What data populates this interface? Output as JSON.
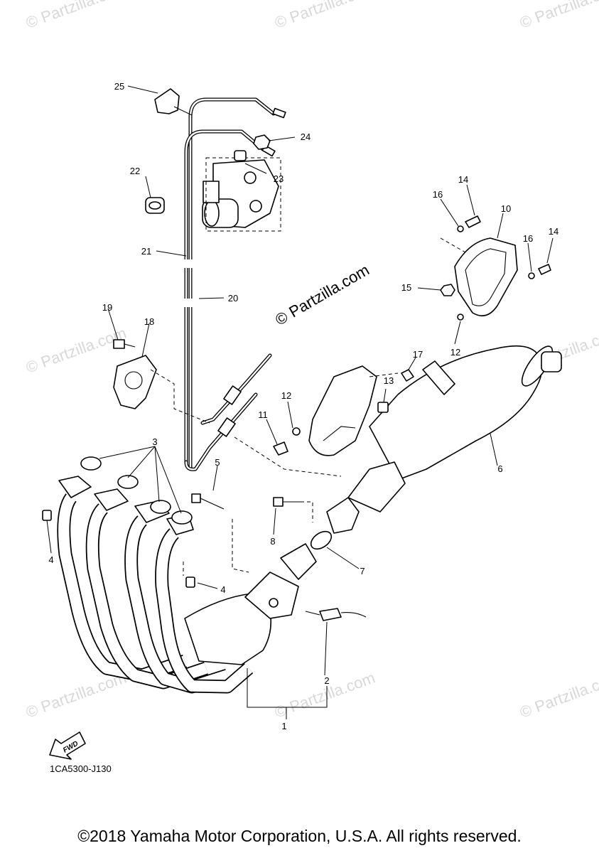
{
  "callouts": [
    {
      "label": "1"
    },
    {
      "label": "2"
    },
    {
      "label": "3"
    },
    {
      "label": "4"
    },
    {
      "label": "4"
    },
    {
      "label": "5"
    },
    {
      "label": "6"
    },
    {
      "label": "7"
    },
    {
      "label": "8"
    },
    {
      "label": "10"
    },
    {
      "label": "11"
    },
    {
      "label": "12"
    },
    {
      "label": "12"
    },
    {
      "label": "13"
    },
    {
      "label": "14"
    },
    {
      "label": "14"
    },
    {
      "label": "15"
    },
    {
      "label": "16"
    },
    {
      "label": "16"
    },
    {
      "label": "17"
    },
    {
      "label": "18"
    },
    {
      "label": "19"
    },
    {
      "label": "20"
    },
    {
      "label": "21"
    },
    {
      "label": "22"
    },
    {
      "label": "23"
    },
    {
      "label": "24"
    },
    {
      "label": "25"
    }
  ],
  "watermark": "© Partzilla.com",
  "faint_watermark": "© Partzilla.com",
  "fwd_arrow_label": "FWD",
  "drawing_code": "1CA5300-J130",
  "copyright": "©2018 Yamaha Motor Corporation, U.S.A. All rights reserved."
}
